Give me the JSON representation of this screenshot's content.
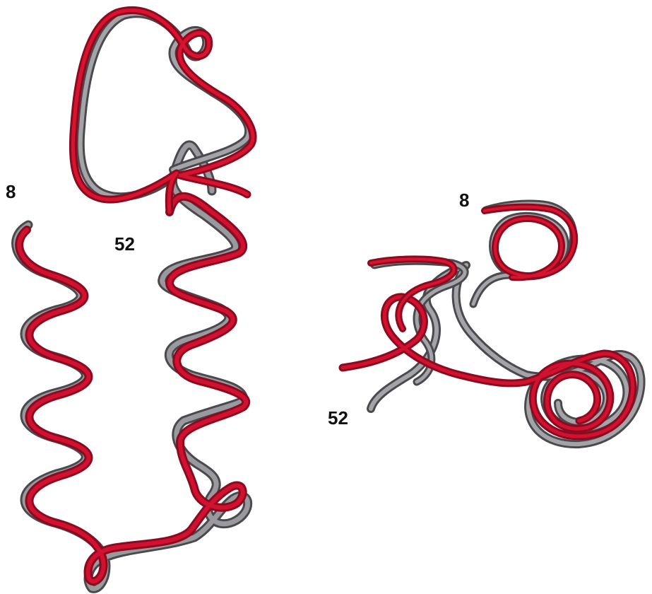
{
  "colors": {
    "background": "#ffffff",
    "structure_a": "#c8102e",
    "structure_a_shade": "#8c0a1f",
    "structure_b": "#7c7c80",
    "structure_b_shade": "#4a4a4e",
    "label": "#111111"
  },
  "panels": [
    {
      "id": "side-view",
      "labels": {
        "start": "8",
        "end": "52"
      }
    },
    {
      "id": "top-view",
      "labels": {
        "start": "8",
        "end": "52"
      }
    }
  ]
}
